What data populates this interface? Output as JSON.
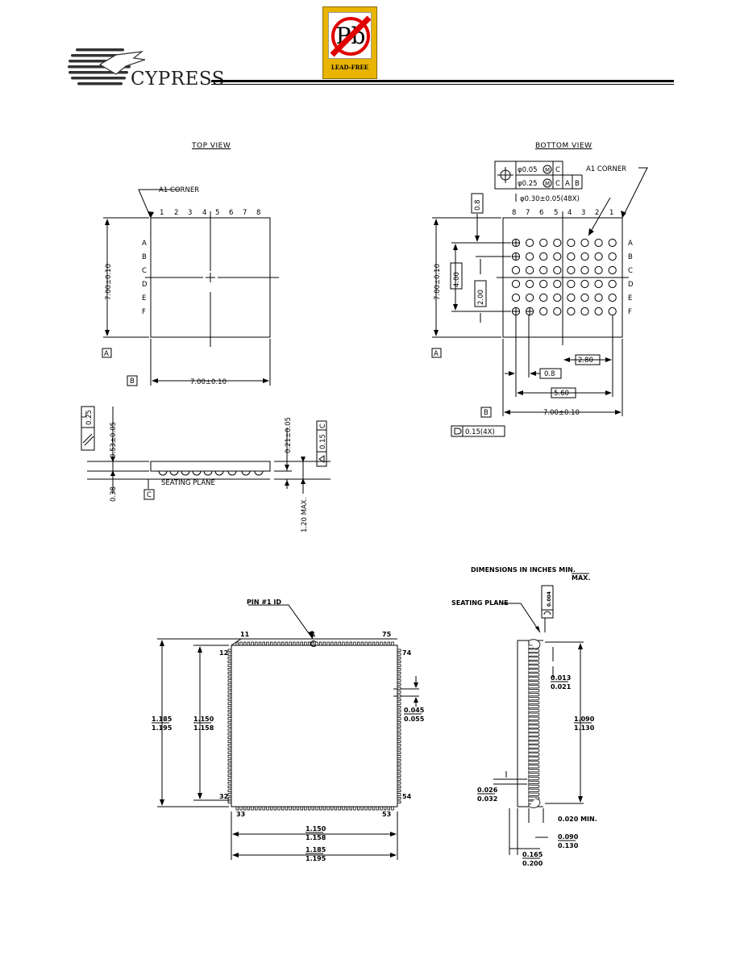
{
  "header": {
    "company": "CYPRESS",
    "lead_free_badge": {
      "symbol": "Pb",
      "caption": "LEAD-FREE"
    }
  },
  "bga": {
    "top_view_title": "TOP VIEW",
    "bottom_view_title": "BOTTOM VIEW",
    "a1_corner": "A1 CORNER",
    "columns": [
      "1",
      "2",
      "3",
      "4",
      "5",
      "6",
      "7",
      "8"
    ],
    "bottom_columns": [
      "8",
      "7",
      "6",
      "5",
      "4",
      "3",
      "2",
      "1"
    ],
    "rows": [
      "A",
      "B",
      "C",
      "D",
      "E",
      "F"
    ],
    "dim_700": "7.00±0.10",
    "datum_a": "A",
    "datum_b": "B",
    "datum_c": "C",
    "ball_dia": "φ0.30±0.05(48X)",
    "fcf_row1": [
      "φ0.05",
      "M",
      "C"
    ],
    "fcf_row2": [
      "φ0.25",
      "M",
      "C",
      "A",
      "B"
    ],
    "dim_08": "0.8",
    "dim_400": "4.00",
    "dim_200": "2.00",
    "dim_280": "2.80",
    "dim_560": "5.60",
    "dim_015": "0.15(4X)",
    "parallel_tol": "0.25",
    "dim_053": "0.53±0.05",
    "dim_021": "0.21±0.05",
    "flatness_tol": "0.15",
    "dim_038": "0.38",
    "dim_120": "1.20 MAX.",
    "seating_plane": "SEATING PLANE"
  },
  "plcc": {
    "units_note": [
      "DIMENSIONS IN INCHES MIN.",
      "MAX."
    ],
    "pin1_id": "PIN #1 ID",
    "seating_plane": "SEATING PLANE",
    "pins": {
      "p11": "11",
      "p1": "1",
      "p75": "75",
      "p12": "12",
      "p74": "74",
      "p32": "32",
      "p54": "54",
      "p33": "33",
      "p53": "53"
    },
    "dim_outer": [
      "1.185",
      "1.195"
    ],
    "dim_inner": [
      "1.150",
      "1.158"
    ],
    "dim_bottom_inner": [
      "1.150",
      "1.158"
    ],
    "dim_bottom_outer": [
      "1.185",
      "1.195"
    ],
    "dim_pitch": [
      "0.045",
      "0.055"
    ],
    "dim_side_len": [
      "1.090",
      "1.130"
    ],
    "dim_lead_thk": [
      "0.013",
      "0.021"
    ],
    "dim_lead_w": [
      "0.026",
      "0.032"
    ],
    "dim_020": "0.020 MIN.",
    "dim_090": [
      "0.090",
      "0.130"
    ],
    "dim_165": [
      "0.165",
      "0.200"
    ],
    "dim_004": "0.004"
  }
}
